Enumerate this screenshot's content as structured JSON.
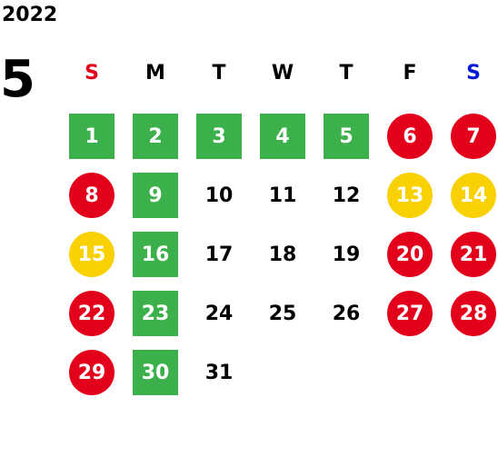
{
  "calendar": {
    "year": "2022",
    "month": "5",
    "weekday_headers": [
      {
        "label": "S",
        "color": "#e3001b"
      },
      {
        "label": "M",
        "color": "#000000"
      },
      {
        "label": "T",
        "color": "#000000"
      },
      {
        "label": "W",
        "color": "#000000"
      },
      {
        "label": "T",
        "color": "#000000"
      },
      {
        "label": "F",
        "color": "#000000"
      },
      {
        "label": "S",
        "color": "#0019d6"
      }
    ],
    "day_status_colors": {
      "green": "#3cb04a",
      "red": "#e3001b",
      "yellow": "#f9d000",
      "none": "#ffffff"
    },
    "weeks": [
      [
        {
          "day": "1",
          "status": "green"
        },
        {
          "day": "2",
          "status": "green"
        },
        {
          "day": "3",
          "status": "green"
        },
        {
          "day": "4",
          "status": "green"
        },
        {
          "day": "5",
          "status": "green"
        },
        {
          "day": "6",
          "status": "red"
        },
        {
          "day": "7",
          "status": "red"
        }
      ],
      [
        {
          "day": "8",
          "status": "red"
        },
        {
          "day": "9",
          "status": "green"
        },
        {
          "day": "10",
          "status": "none"
        },
        {
          "day": "11",
          "status": "none"
        },
        {
          "day": "12",
          "status": "none"
        },
        {
          "day": "13",
          "status": "yellow"
        },
        {
          "day": "14",
          "status": "yellow"
        }
      ],
      [
        {
          "day": "15",
          "status": "yellow"
        },
        {
          "day": "16",
          "status": "green"
        },
        {
          "day": "17",
          "status": "none"
        },
        {
          "day": "18",
          "status": "none"
        },
        {
          "day": "19",
          "status": "none"
        },
        {
          "day": "20",
          "status": "red"
        },
        {
          "day": "21",
          "status": "red"
        }
      ],
      [
        {
          "day": "22",
          "status": "red"
        },
        {
          "day": "23",
          "status": "green"
        },
        {
          "day": "24",
          "status": "none"
        },
        {
          "day": "25",
          "status": "none"
        },
        {
          "day": "26",
          "status": "none"
        },
        {
          "day": "27",
          "status": "red"
        },
        {
          "day": "28",
          "status": "red"
        }
      ],
      [
        {
          "day": "29",
          "status": "red"
        },
        {
          "day": "30",
          "status": "green"
        },
        {
          "day": "31",
          "status": "none"
        }
      ]
    ]
  }
}
